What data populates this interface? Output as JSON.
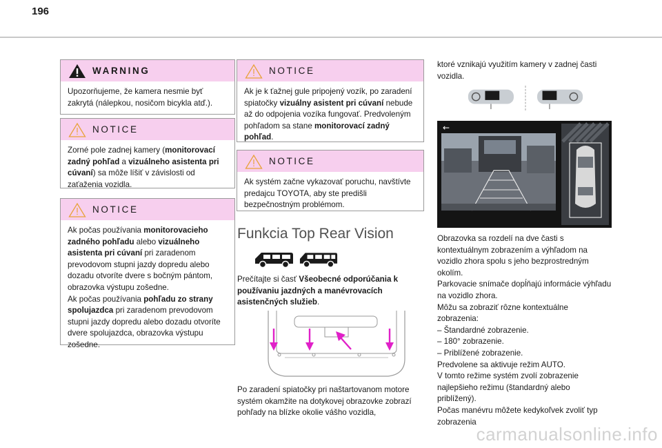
{
  "page_number": "196",
  "warning": {
    "title": "WARNING",
    "text": "Upozorňujeme, že kamera nesmie byť zakrytá (nálepkou, nosičom bicykla atď.)."
  },
  "notice_field": {
    "title": "NOTICE",
    "t1": "Zorné pole zadnej kamery (",
    "b1": "monitorovací zadný pohľad",
    "t2": " a  ",
    "b2": "vizuálneho asistenta pri cúvaní",
    "t3": ") sa môže líšiť v závislosti od zaťaženia vozidla."
  },
  "notice_doors": {
    "title": "NOTICE",
    "t1": "Ak počas používania ",
    "b1": "monitorovacieho zadného pohľadu",
    "t2": " alebo ",
    "b2": "vizuálneho asistenta pri cúvaní",
    "t3": " pri zaradenom prevodovom stupni jazdy dopredu alebo dozadu otvoríte dvere s bočným pántom, obrazovka výstupu zošedne.",
    "t4": "Ak počas používania ",
    "b3": "pohľadu zo strany spolujazdca",
    "t5": " pri zaradenom prevodovom stupni jazdy dopredu alebo dozadu otvoríte dvere spolujazdca, obrazovka výstupu zošedne."
  },
  "notice_trailer": {
    "title": "NOTICE",
    "t1": "Ak je k ťažnej gule pripojený vozík, po zaradení spiatočky ",
    "b1": "vizuálny asistent pri cúvaní",
    "t2": " nebude až do odpojenia vozíka fungovať. Predvoleným pohľadom sa stane ",
    "b2": "monitorovací zadný pohľad",
    "t3": "."
  },
  "notice_fault": {
    "title": "NOTICE",
    "text": "Ak systém začne vykazovať poruchu, navštívte predajcu TOYOTA, aby ste predišli bezpečnostným problémom."
  },
  "section": {
    "title": "Funkcia Top Rear Vision",
    "ref_t1": "Prečítajte si časť ",
    "ref_b1": "Všeobecné odporúčania k používaniu jazdných a manévrovacích asistenčných služieb",
    "ref_t2": ".",
    "reverse_text": "Po zaradení spiatočky pri naštartovanom motore systém okamžite na dotykovej obrazovke zobrazí pohľady na blízke okolie vášho vozidla,"
  },
  "col3": {
    "intro": "ktoré vznikajú využitím kamery v zadnej časti vozidla.",
    "lines": [
      "Obrazovka sa rozdelí na dve časti s",
      "kontextuálnym zobrazením a výhľadom na",
      "vozidlo zhora spolu s jeho bezprostredným",
      "okolím.",
      "Parkovacie snímače dopĺňajú informácie výhľadu",
      "na vozidlo zhora.",
      "Môžu sa zobraziť rôzne kontextuálne",
      "zobrazenia:",
      "– Štandardné zobrazenie.",
      "– 180° zobrazenie.",
      "– Priblížené zobrazenie.",
      "Predvolene sa aktivuje režim AUTO.",
      "V tomto režime systém zvolí zobrazenie",
      "najlepšieho režimu (štandardný alebo",
      "priblížený).",
      "Počas manévru môžete kedykoľvek zvoliť typ",
      "zobrazenia"
    ]
  },
  "screen": {
    "back_glyph": "←"
  },
  "watermark": "carmanualsonline.info",
  "colors": {
    "box_header": "#f7cfee",
    "arrow_magenta": "#e020c8",
    "border": "#9a9a9a"
  }
}
